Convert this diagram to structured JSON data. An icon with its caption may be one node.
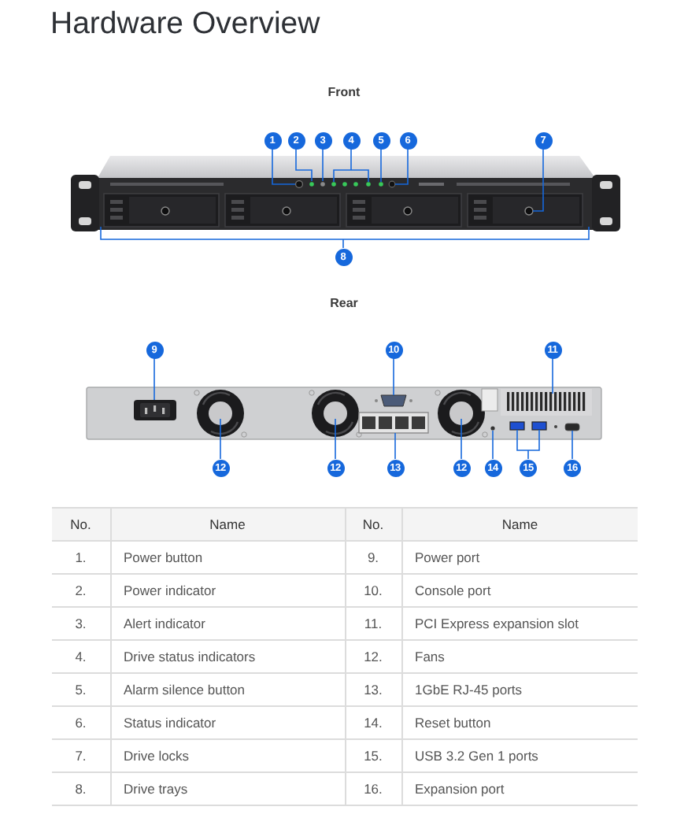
{
  "diagram": {
    "title": "Hardware Overview",
    "nodes": [
      {
        "text": [
          "1"
        ]
      },
      {
        "text": [
          "2"
        ]
      },
      {
        "text": [
          "3"
        ]
      },
      {
        "text": [
          "4"
        ]
      },
      {
        "text": [
          "5"
        ]
      },
      {
        "text": [
          "6"
        ]
      },
      {
        "text": [
          "7"
        ]
      },
      {
        "text": [
          "8"
        ]
      },
      {
        "text": [
          "9"
        ]
      },
      {
        "text": [
          "10"
        ]
      },
      {
        "text": [
          "11"
        ]
      },
      {
        "text": [
          "12"
        ]
      },
      {
        "text": [
          "12"
        ]
      },
      {
        "text": [
          "13"
        ]
      },
      {
        "text": [
          "12"
        ]
      },
      {
        "text": [
          "14"
        ]
      },
      {
        "text": [
          "15"
        ]
      },
      {
        "text": [
          "16"
        ]
      }
    ],
    "edges": [
      {
        "from": 0,
        "to": null,
        "arrow": "none"
      },
      {
        "from": 1,
        "to": null,
        "arrow": "none"
      },
      {
        "from": 2,
        "to": null,
        "arrow": "none"
      },
      {
        "from": 3,
        "to": null,
        "arrow": "none"
      },
      {
        "from": 4,
        "to": null,
        "arrow": "none"
      },
      {
        "from": 5,
        "to": null,
        "arrow": "none"
      },
      {
        "from": 6,
        "to": null,
        "arrow": "none"
      },
      {
        "from": 7,
        "to": null,
        "arrow": "none"
      },
      {
        "from": 8,
        "to": null,
        "arrow": "none"
      },
      {
        "from": 9,
        "to": null,
        "arrow": "none"
      },
      {
        "from": 10,
        "to": null,
        "arrow": "none"
      },
      {
        "from": 11,
        "to": null,
        "arrow": "none"
      },
      {
        "from": 12,
        "to": null,
        "arrow": "none"
      },
      {
        "from": 13,
        "to": null,
        "arrow": "none"
      },
      {
        "from": 14,
        "to": null,
        "arrow": "none"
      },
      {
        "from": 15,
        "to": null,
        "arrow": "none"
      },
      {
        "from": 16,
        "to": null,
        "arrow": "none"
      },
      {
        "from": 17,
        "to": null,
        "arrow": "none"
      }
    ],
    "labels": [
      "Front",
      "Rear",
      "No.",
      "Name",
      "No.",
      "Name",
      "1.",
      "Power button",
      "9.",
      "Power port",
      "2.",
      "Power indicator",
      "10.",
      "Console port",
      "3.",
      "Alert indicator",
      "11.",
      "PCI Express expansion slot",
      "4.",
      "Drive status indicators",
      "12.",
      "Fans",
      "5.",
      "Alarm silence button",
      "13.",
      "1GbE RJ-45 ports",
      "6.",
      "Status indicator",
      "14.",
      "Reset button",
      "7.",
      "Drive locks",
      "15.",
      "USB 3.2 Gen 1 ports",
      "8.",
      "Drive trays",
      "16.",
      "Expansion port"
    ]
  }
}
